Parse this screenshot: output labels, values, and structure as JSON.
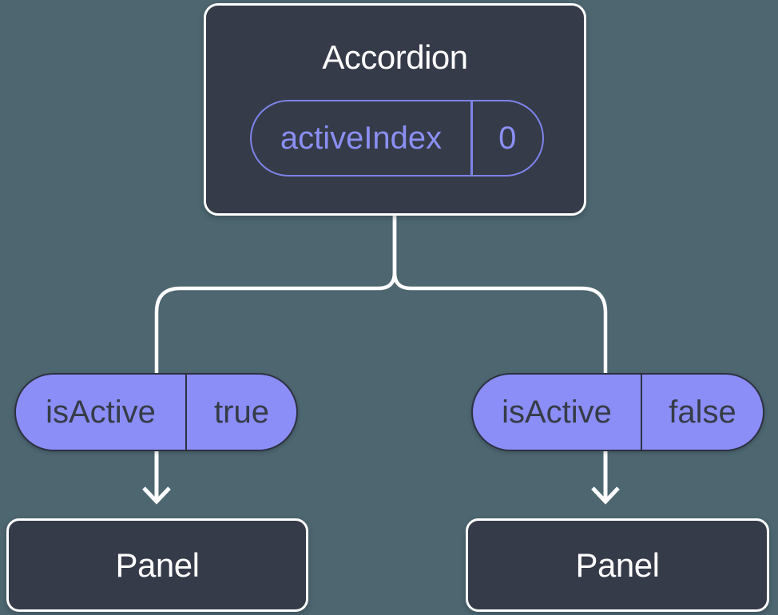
{
  "diagram": {
    "type": "component-tree",
    "root": {
      "title": "Accordion",
      "state": {
        "name": "activeIndex",
        "value": "0"
      }
    },
    "children": [
      {
        "prop": {
          "name": "isActive",
          "value": "true"
        },
        "node": {
          "title": "Panel"
        }
      },
      {
        "prop": {
          "name": "isActive",
          "value": "false"
        },
        "node": {
          "title": "Panel"
        }
      }
    ],
    "colors": {
      "background": "#4d6670",
      "node_fill": "#353b48",
      "node_border": "#ffffff",
      "pill_fill": "#8b8ef6",
      "pill_border": "#2c3140",
      "pill_text": "#353c47",
      "accent_purple": "#8b8ff4",
      "connector": "#ffffff"
    }
  }
}
